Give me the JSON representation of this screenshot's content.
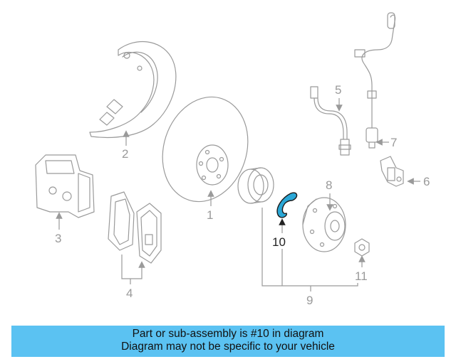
{
  "callouts": {
    "n1": "1",
    "n2": "2",
    "n3": "3",
    "n4": "4",
    "n5": "5",
    "n6": "6",
    "n7": "7",
    "n8": "8",
    "n9": "9",
    "n10": "10",
    "n11": "11"
  },
  "highlight": {
    "part": "10",
    "color": "#2aa7d6"
  },
  "banner": {
    "line1": "Part or sub-assembly is #10 in diagram",
    "line2": "Diagram may not be specific to your vehicle",
    "background": "#5bc2f2"
  }
}
